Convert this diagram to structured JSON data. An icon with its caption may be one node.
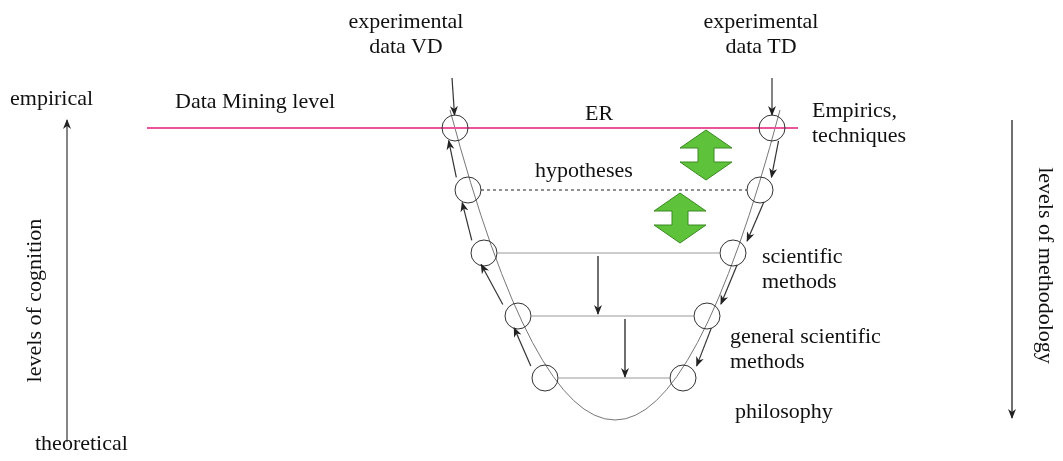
{
  "diagram": {
    "nodes": [
      {
        "text": [
          "experimental data VD"
        ]
      },
      {
        "text": [
          "experimental data TD"
        ]
      },
      {
        "text": [],
        "shape": "circle"
      },
      {
        "text": [],
        "shape": "circle"
      },
      {
        "text": [],
        "shape": "circle"
      },
      {
        "text": [],
        "shape": "circle"
      },
      {
        "text": [],
        "shape": "circle"
      },
      {
        "text": [],
        "shape": "circle"
      },
      {
        "text": [],
        "shape": "circle"
      },
      {
        "text": [],
        "shape": "circle"
      },
      {
        "text": [],
        "shape": "circle"
      },
      {
        "text": [],
        "shape": "circle"
      }
    ],
    "edges": [
      {
        "from": 0,
        "to": 2,
        "arrow": "to"
      },
      {
        "from": 1,
        "to": 3,
        "arrow": "to"
      },
      {
        "from": 4,
        "to": 5,
        "arrow": "none",
        "style": "dashed"
      },
      {
        "from": 6,
        "to": 7,
        "arrow": "none",
        "color": "#999999"
      },
      {
        "from": 8,
        "to": 9,
        "arrow": "none",
        "color": "#999999"
      },
      {
        "from": 10,
        "to": 11,
        "arrow": "none",
        "color": "#999999"
      },
      {
        "from": 4,
        "to": 2,
        "arrow": "to"
      },
      {
        "from": 6,
        "to": 4,
        "arrow": "to"
      },
      {
        "from": 8,
        "to": 6,
        "arrow": "to"
      },
      {
        "from": 10,
        "to": 8,
        "arrow": "to"
      },
      {
        "from": 3,
        "to": 5,
        "arrow": "to"
      },
      {
        "from": 5,
        "to": 7,
        "arrow": "to"
      },
      {
        "from": 7,
        "to": 9,
        "arrow": "to"
      },
      {
        "from": 9,
        "to": 11,
        "arrow": "to"
      }
    ],
    "labels": [
      "empirical",
      "Data Mining level",
      "ER",
      "Empirics, techniques",
      "hypotheses",
      "levels of cognition",
      "scientific methods",
      "levels of methodology",
      "general scientific methods",
      "philosophy",
      "theoretical"
    ]
  }
}
